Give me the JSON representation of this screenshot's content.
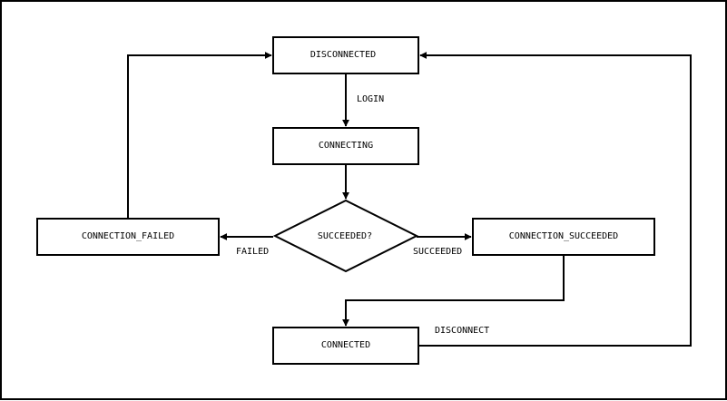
{
  "diagram": {
    "nodes": {
      "disconnected": "DISCONNECTED",
      "connecting": "CONNECTING",
      "succeeded_decision": "SUCCEEDED?",
      "connection_failed": "CONNECTION_FAILED",
      "connection_succeeded": "CONNECTION_SUCCEEDED",
      "connected": "CONNECTED"
    },
    "edges": {
      "login": "LOGIN",
      "failed": "FAILED",
      "succeeded": "SUCCEEDED",
      "disconnect": "DISCONNECT"
    }
  }
}
